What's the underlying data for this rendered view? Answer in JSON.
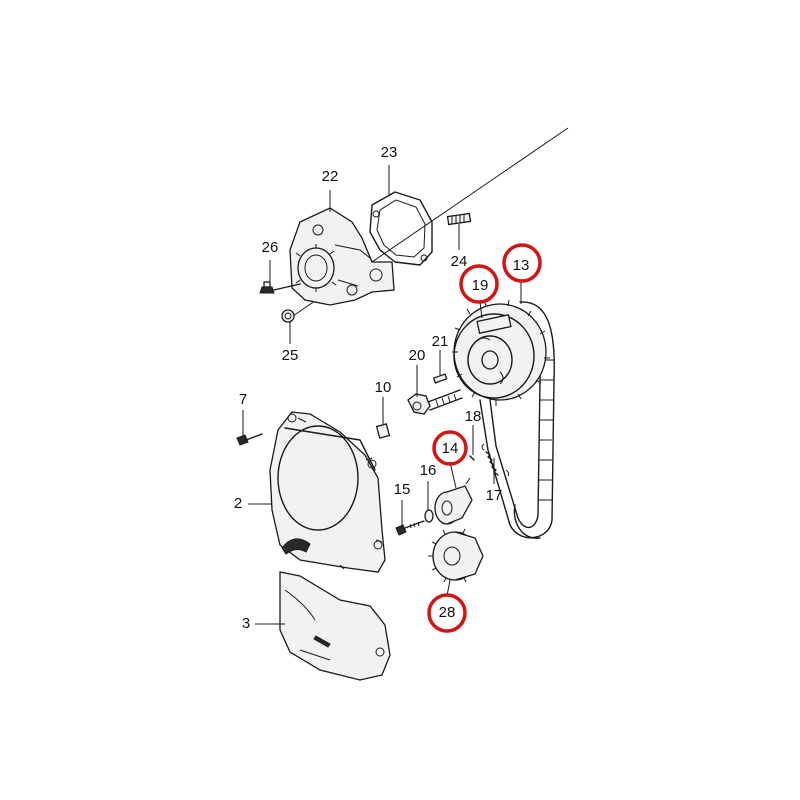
{
  "diagram": {
    "labels": {
      "p2": "2",
      "p3": "3",
      "p7": "7",
      "p10": "10",
      "p13": "13",
      "p14": "14",
      "p15": "15",
      "p16": "16",
      "p17": "17",
      "p18": "18",
      "p19": "19",
      "p20": "20",
      "p21": "21",
      "p22": "22",
      "p23": "23",
      "p24": "24",
      "p25": "25",
      "p26": "26",
      "p28": "28"
    },
    "highlighted_parts": [
      "13",
      "19",
      "14",
      "28"
    ],
    "highlight_color": "#d21414"
  }
}
